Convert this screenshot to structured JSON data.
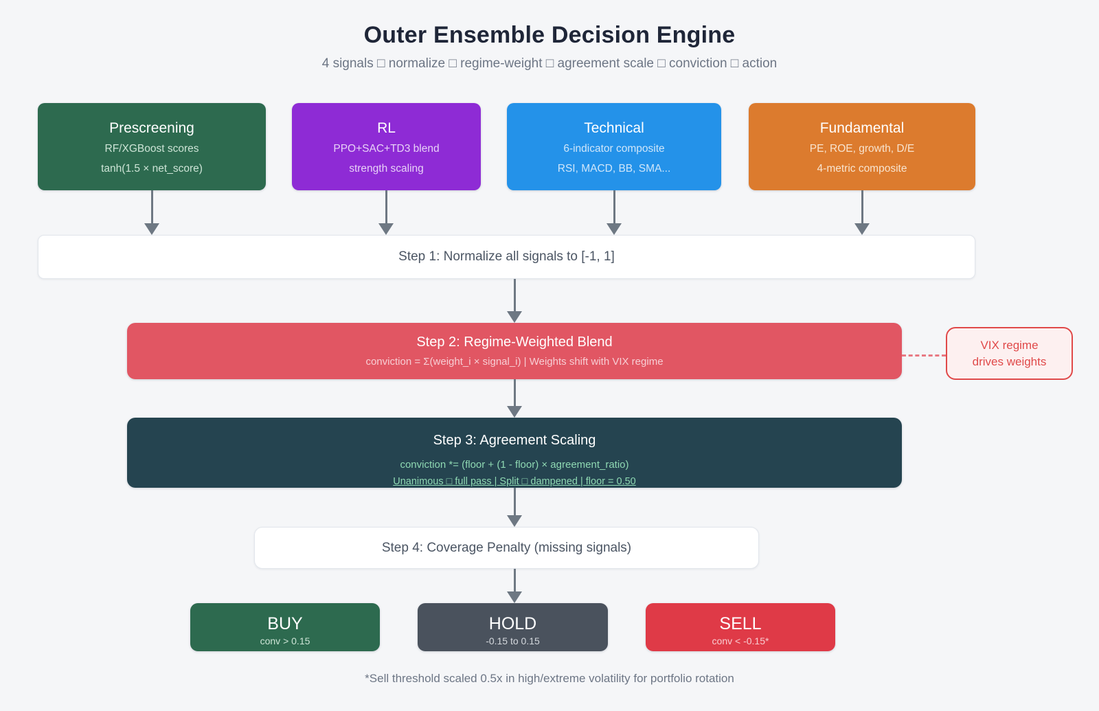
{
  "page": {
    "title": "Outer Ensemble Decision Engine",
    "subtitle": "4 signals □ normalize □ regime-weight □ agreement scale □ conviction □ action",
    "footnote": "*Sell threshold scaled 0.5x in high/extreme volatility for portfolio rotation"
  },
  "signals": [
    {
      "name": "Prescreening",
      "line1": "RF/XGBoost scores",
      "line2": "tanh(1.5 × net_score)",
      "color": "#2d6a4f",
      "sub_color": "#cde4d6"
    },
    {
      "name": "RL",
      "line1": "PPO+SAC+TD3 blend",
      "line2": "strength scaling",
      "color": "#8e2bd5",
      "sub_color": "#e8d2f7"
    },
    {
      "name": "Technical",
      "line1": "6-indicator composite",
      "line2": "RSI, MACD, BB, SMA...",
      "color": "#2492e9",
      "sub_color": "#cfe6fa"
    },
    {
      "name": "Fundamental",
      "line1": "PE, ROE, growth, D/E",
      "line2": "4-metric composite",
      "color": "#dc7b2e",
      "sub_color": "#f8e4cf"
    }
  ],
  "steps": {
    "step1": {
      "label": "Step 1: Normalize all signals to [-1, 1]"
    },
    "step2": {
      "title": "Step 2: Regime-Weighted Blend",
      "formula": "conviction = Σ(weight_i × signal_i) | Weights shift with VIX regime",
      "color": "#e15663"
    },
    "step3": {
      "title": "Step 3: Agreement Scaling",
      "formula": "conviction *= (floor + (1 - floor) × agreement_ratio)",
      "note": "Unanimous □ full pass | Split □ dampened | floor = 0.50",
      "color": "#254450"
    },
    "step4": {
      "label": "Step 4: Coverage Penalty (missing signals)"
    }
  },
  "vix_note": {
    "line1": "VIX regime",
    "line2": "drives weights",
    "accent_color": "#e04949"
  },
  "actions": [
    {
      "name": "BUY",
      "condition": "conv > 0.15",
      "color": "#2d6a4f",
      "sub_color": "#cde4d6"
    },
    {
      "name": "HOLD",
      "condition": "-0.15 to 0.15",
      "color": "#4a525d",
      "sub_color": "#d4d8dd"
    },
    {
      "name": "SELL",
      "condition": "conv < -0.15*",
      "color": "#df3a47",
      "sub_color": "#f8cdd1"
    }
  ]
}
